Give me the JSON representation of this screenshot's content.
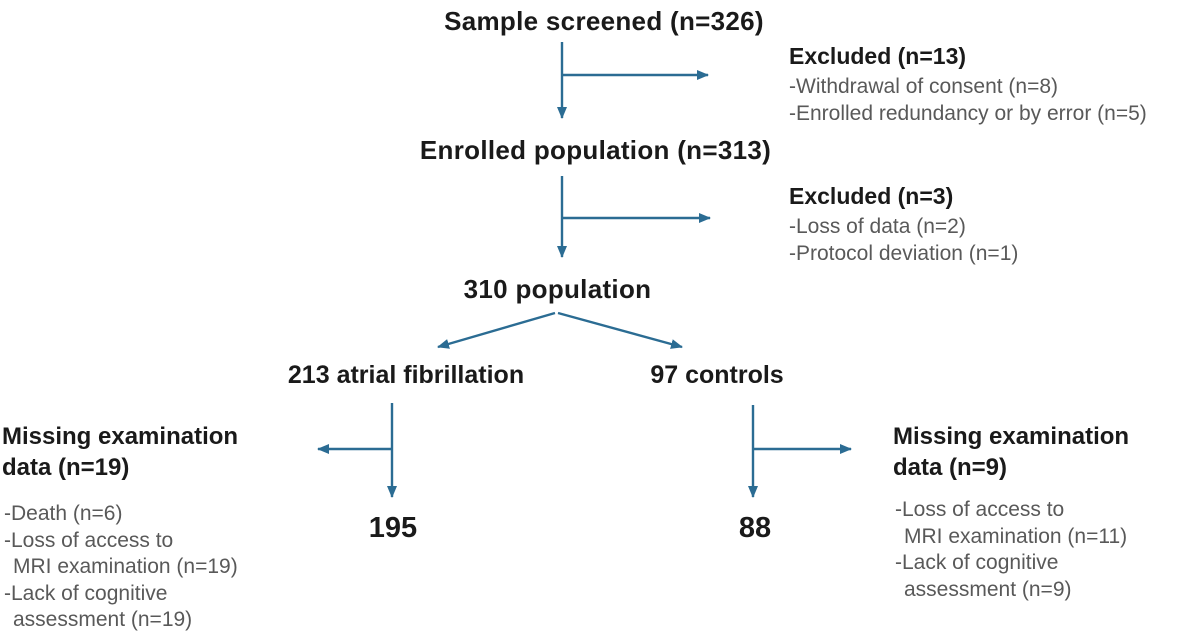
{
  "colors": {
    "arrow": "#2b6c93",
    "text": "#1a1a1a",
    "muted": "#595959"
  },
  "flow": {
    "sample_screened": "Sample screened (n=326)",
    "excluded_1": {
      "title": "Excluded  (n=13)",
      "items": [
        {
          "t": "-Withdrawal of consent (n=8)",
          "i": 0
        },
        {
          "t": "-Enrolled redundancy or by error (n=5)",
          "i": 0
        }
      ]
    },
    "enrolled": "Enrolled population (n=313)",
    "excluded_2": {
      "title": "Excluded (n=3)",
      "items": [
        {
          "t": "-Loss of data (n=2)",
          "i": 0
        },
        {
          "t": "-Protocol deviation (n=1)",
          "i": 0
        }
      ]
    },
    "population": "310 population",
    "af_group": "213 atrial fibrillation",
    "control_group": "97 controls",
    "missing_left": {
      "title_lines": [
        {
          "t": "Missing examination",
          "i": 0
        },
        {
          "t": "data (n=19)",
          "i": 0
        }
      ],
      "items": [
        {
          "t": "-Death (n=6)",
          "i": 0
        },
        {
          "t": "-Loss of access to",
          "i": 0
        },
        {
          "t": "MRI examination (n=19)",
          "i": 1
        },
        {
          "t": "-Lack of cognitive",
          "i": 0
        },
        {
          "t": "assessment (n=19)",
          "i": 1
        }
      ]
    },
    "missing_right": {
      "title_lines": [
        {
          "t": "Missing examination",
          "i": 0
        },
        {
          "t": "data (n=9)",
          "i": 0
        }
      ],
      "items": [
        {
          "t": "-Loss of access to",
          "i": 0
        },
        {
          "t": "MRI examination (n=11)",
          "i": 1
        },
        {
          "t": "-Lack of cognitive",
          "i": 0
        },
        {
          "t": "assessment (n=9)",
          "i": 1
        }
      ]
    },
    "af_final": "195",
    "control_final": "88"
  }
}
